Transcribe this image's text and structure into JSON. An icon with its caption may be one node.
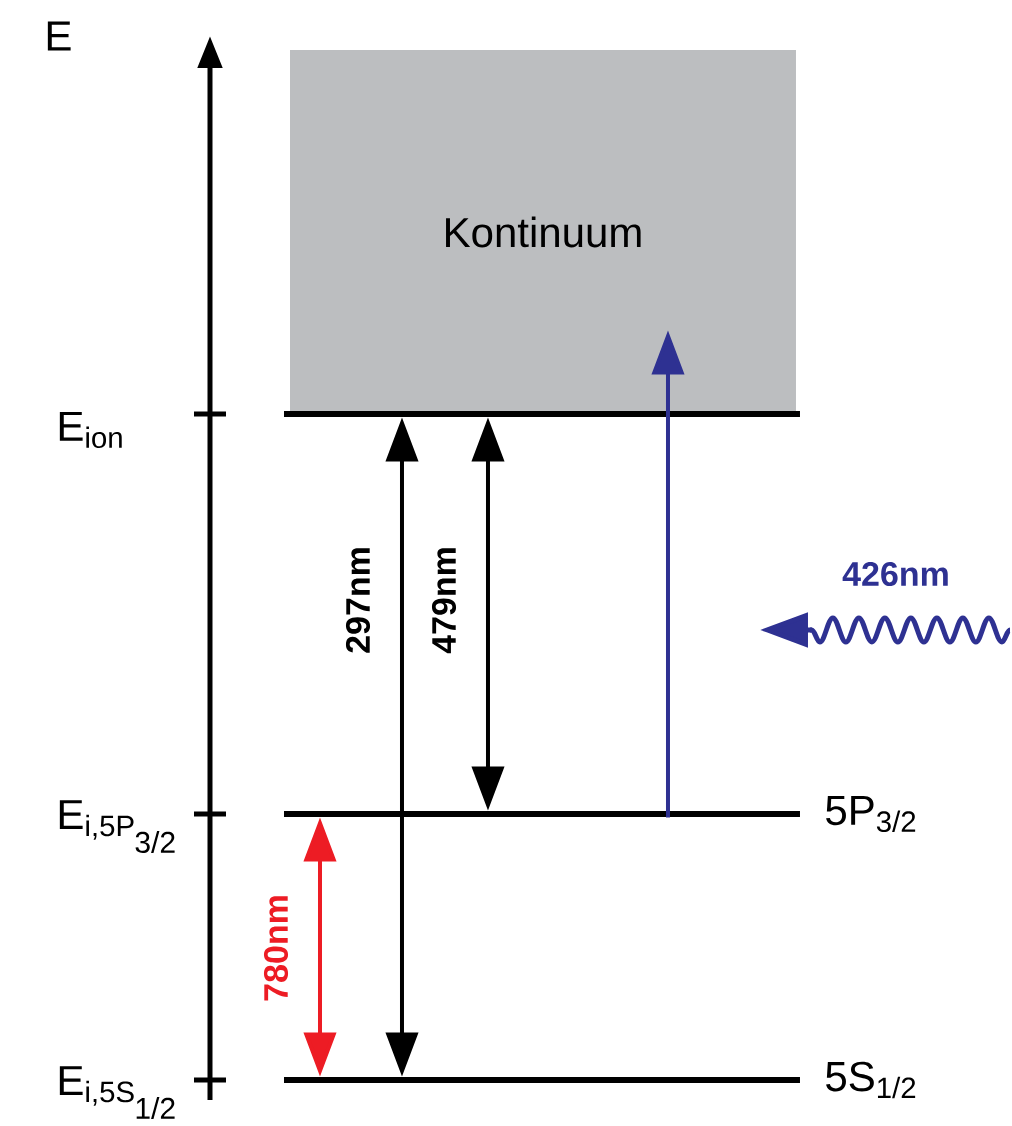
{
  "diagram": {
    "nodes": [
      {
        "text": [
          "Kontinuum"
        ]
      },
      {
        "text": [],
        "shape": "bar"
      },
      {
        "text": [
          "5P$_{3/2}$"
        ]
      },
      {
        "text": [
          "5S$_{1/2}$"
        ]
      }
    ],
    "edges": [
      {
        "from": 3,
        "to": 1,
        "arrow": "both",
        "label": "297nm"
      },
      {
        "from": 1,
        "to": 2,
        "arrow": "both",
        "label": "479nm"
      },
      {
        "from": 2,
        "to": 3,
        "arrow": "both",
        "label": "780nm",
        "color": "#ed1c24"
      },
      {
        "from": 2,
        "to": 0,
        "arrow": "to",
        "color": "#2e3192"
      }
    ],
    "labels": [
      "E",
      "E$_{ion}$",
      "E$_{i,5P}$",
      "3/2",
      "E$_{i,5S}$",
      "1/2",
      "426nm"
    ]
  }
}
